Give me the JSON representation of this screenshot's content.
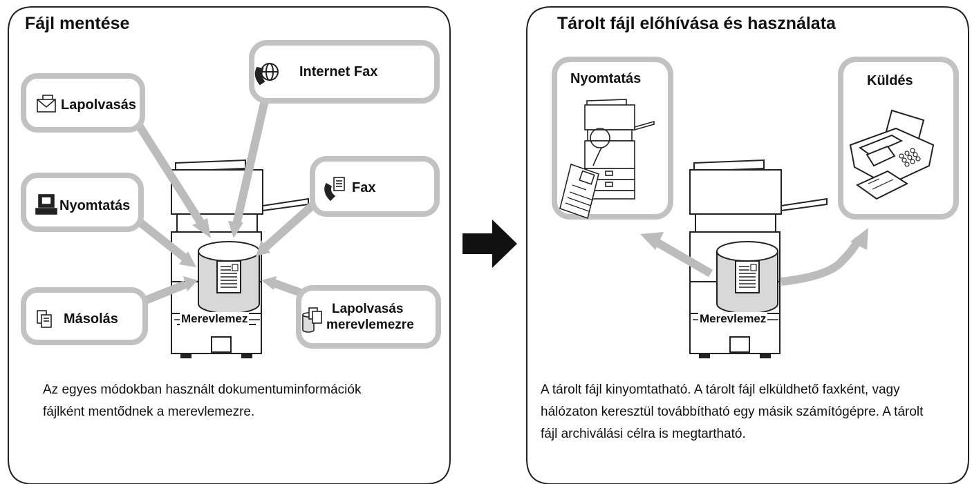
{
  "left_panel": {
    "title": "Fájl mentése",
    "sources": [
      {
        "id": "scan",
        "label": "Lapolvasás",
        "icon": "envelope-scan-icon"
      },
      {
        "id": "internet_fax",
        "label": "Internet Fax",
        "icon": "globe-phone-icon"
      },
      {
        "id": "print",
        "label": "Nyomtatás",
        "icon": "computer-icon"
      },
      {
        "id": "fax",
        "label": "Fax",
        "icon": "phone-fax-icon"
      },
      {
        "id": "copy",
        "label": "Másolás",
        "icon": "copy-icon"
      },
      {
        "id": "scan_to_hdd",
        "label_line1": "Lapolvasás",
        "label_line2": "merevlemezre",
        "icon": "scan-to-hdd-icon"
      }
    ],
    "hdd_label": "Merevlemez",
    "description": "Az egyes módokban használt dokumentuminformációk fájlként mentődnek a merevlemezre."
  },
  "right_panel": {
    "title": "Tárolt fájl előhívása és használata",
    "outputs": [
      {
        "id": "print",
        "label": "Nyomtatás"
      },
      {
        "id": "send",
        "label": "Küldés"
      }
    ],
    "hdd_label": "Merevlemez",
    "description": "A tárolt fájl kinyomtatható. A tárolt fájl elküldhető faxként, vagy hálózaton keresztül továbbítható egy másik számítógépre. A tárolt fájl archiválási célra is megtartható."
  },
  "colors": {
    "border": "#222222",
    "callout": "#c0c0c0",
    "arrow": "#b8b8b8",
    "transition_arrow": "#111111"
  }
}
